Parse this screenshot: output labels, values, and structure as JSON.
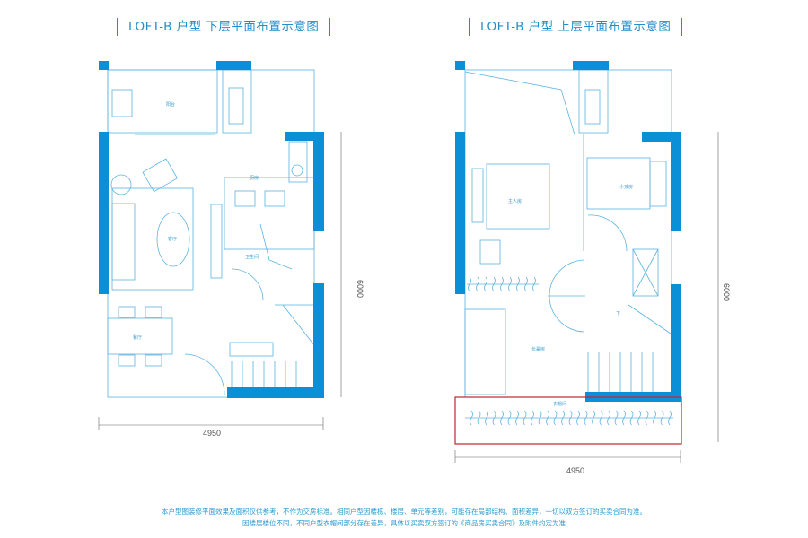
{
  "lower_plan": {
    "title": "LOFT-B 户型  下层平面布置示意图",
    "rooms": {
      "balcony": "阳台",
      "kitchen": "厨房",
      "living": "客厅",
      "bathroom": "卫生间",
      "dining": "餐厅"
    },
    "width_dim": "4950",
    "depth_dim": "6000"
  },
  "upper_plan": {
    "title": "LOFT-B 户型 上层平面布置示意图",
    "rooms": {
      "master": "主人房",
      "child": "小孩房",
      "elder": "长辈房",
      "closet": "衣帽间",
      "down": "下"
    },
    "width_dim": "4950",
    "depth_dim": "6000",
    "highlight_color": "#c0272d"
  },
  "notes": [
    "本户型图装修平面效果及面积仅供参考，不作为交房标准。相同户型因楼栋、楼层、单元等差别，可能存在局部结构、面积差异，一切以双方签订的买卖合同为准。",
    "因楼层楼位不同，不同户型衣帽间部分存在差异，具体以买卖双方签订的《商品房买卖合同》及附件约定为准"
  ],
  "colors": {
    "wall": "#0b8fd6",
    "line": "#5ab4e0",
    "text": "#1e8fc8"
  }
}
